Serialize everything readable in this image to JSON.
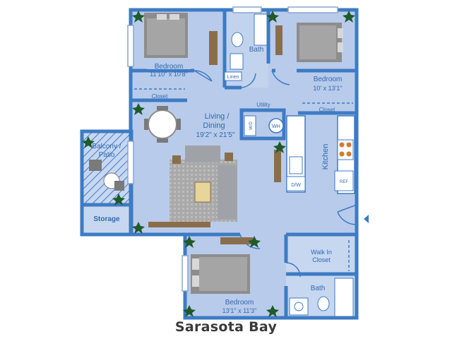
{
  "plan_name": "Sarasota Bay",
  "colors": {
    "wall": "#3d7bc4",
    "floor": "#b8cbea",
    "floor_light": "#c7d7f0",
    "bed": "#8d8d8d",
    "furniture": "#9fa3a8",
    "wood": "#8a6e4b",
    "plant": "#1f5a2a",
    "text": "#2f68b2"
  },
  "rooms": {
    "bedroom1": {
      "name": "Bedroom",
      "size": "11'10\" x 10'8\""
    },
    "bath1": {
      "name": "Bath"
    },
    "linen": {
      "name": "Linen"
    },
    "bedroom2": {
      "name": "Bedroom",
      "size": "10' x 13'1\""
    },
    "closet1": {
      "name": "Closet"
    },
    "closet2": {
      "name": "Closet"
    },
    "utility": {
      "name": "Utility",
      "washer_dryer": "W/D",
      "water_heater": "WH"
    },
    "living": {
      "name_line1": "Living /",
      "name_line2": "Dining",
      "size": "19'2\" x 21'5\""
    },
    "balcony": {
      "name_line1": "Balcony /",
      "name_line2": "Patio"
    },
    "storage": {
      "name": "Storage"
    },
    "kitchen": {
      "name": "Kitchen",
      "dishwasher": "D/W",
      "refrigerator": "REF"
    },
    "walkin": {
      "name_line1": "Walk In",
      "name_line2": "Closet"
    },
    "bath2": {
      "name": "Bath"
    },
    "bedroom3": {
      "name": "Bedroom",
      "size": "13'1\" x 11'3\""
    }
  }
}
